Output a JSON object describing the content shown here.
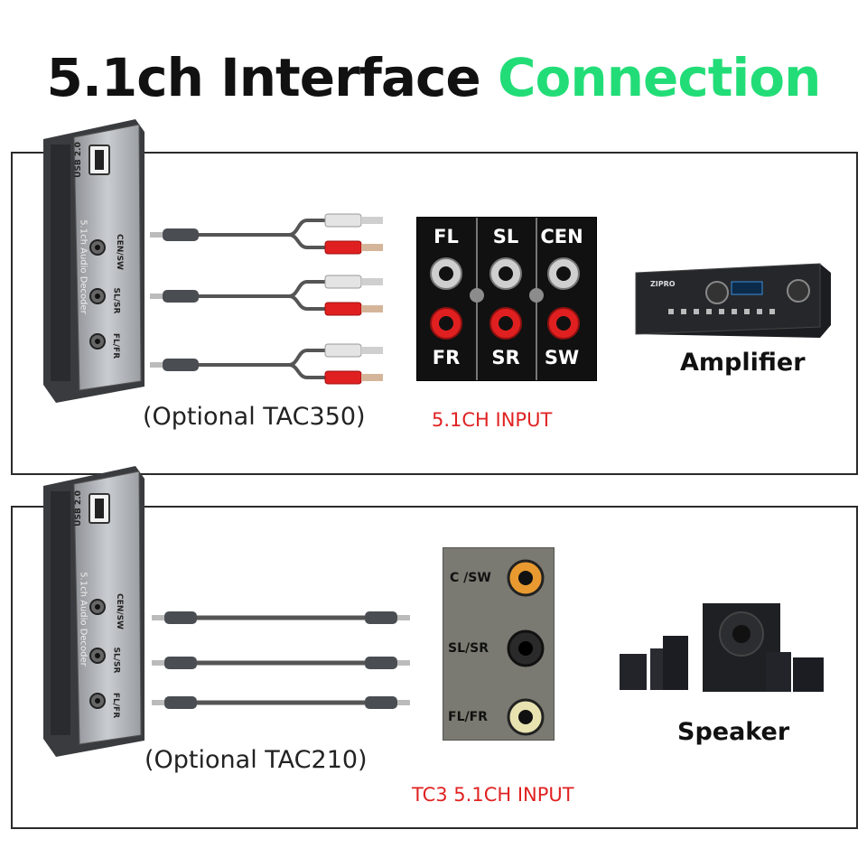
{
  "title": {
    "main": "5.1ch Interface",
    "accent": "Connection"
  },
  "device": {
    "usb_label": "USB 2.0",
    "name_text": "5.1ch Audio Decoder",
    "ports": [
      "CEN/SW",
      "SL/SR",
      "FL/FR"
    ]
  },
  "top_section": {
    "cable_caption": "(Optional TAC350)",
    "panel_labels": [
      "FL",
      "SL",
      "CEN",
      "FR",
      "SR",
      "SW"
    ],
    "input_label": "5.1CH INPUT",
    "amp_brand": "ZIPRO",
    "target_label": "Amplifier"
  },
  "bottom_section": {
    "cable_caption": "(Optional TAC210)",
    "jack_labels": [
      "C /SW",
      "SL/SR",
      "FL/FR"
    ],
    "input_label": "TC3 5.1CH INPUT",
    "target_label": "Speaker"
  },
  "colors": {
    "accent": "#22dd77",
    "input_label": "#e02222",
    "rca_red": "#e02020",
    "rca_white": "#d9d9d9"
  }
}
